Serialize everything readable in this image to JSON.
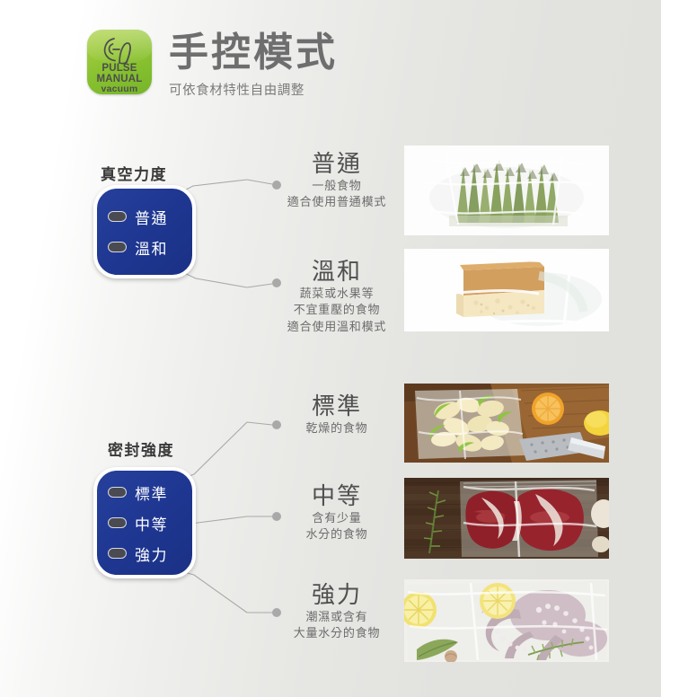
{
  "header": {
    "logo": {
      "icon": "pulse-hand-icon",
      "line1": "PULSE",
      "line2": "MANUAL",
      "line3": "vacuum",
      "color": "#8CC63F"
    },
    "title": "手控模式",
    "subtitle": "可依食材特性自由調整"
  },
  "sections": [
    {
      "id": "vacuum-strength",
      "heading": "真空力度",
      "panel": {
        "color": "#1F3A93",
        "options": [
          {
            "label": "普通",
            "indicator": "led-pill"
          },
          {
            "label": "溫和",
            "indicator": "led-pill"
          }
        ]
      }
    },
    {
      "id": "seal-strength",
      "heading": "密封強度",
      "panel": {
        "color": "#1F3A93",
        "options": [
          {
            "label": "標準",
            "indicator": "led-pill"
          },
          {
            "label": "中等",
            "indicator": "led-pill"
          },
          {
            "label": "強力",
            "indicator": "led-pill"
          }
        ]
      }
    }
  ],
  "descriptions": [
    {
      "title": "普通",
      "lines": [
        "一般食物",
        "適合使用普通模式"
      ],
      "photo": "vacuum-sealed-asparagus"
    },
    {
      "title": "溫和",
      "lines": [
        "蔬菜或水果等",
        "不宜重壓的食物",
        "適合使用溫和模式"
      ],
      "photo": "vacuum-sealed-sponge-cake"
    },
    {
      "title": "標準",
      "lines": [
        "乾燥的食物"
      ],
      "photo": "vacuum-sealed-sliced-apples"
    },
    {
      "title": "中等",
      "lines": [
        "含有少量",
        "水分的食物"
      ],
      "photo": "vacuum-sealed-raw-steak"
    },
    {
      "title": "強力",
      "lines": [
        "潮濕或含有",
        "大量水分的食物"
      ],
      "photo": "vacuum-sealed-octopus"
    }
  ],
  "colors": {
    "panel_blue": "#1F3A93",
    "logo_green": "#8CC63F",
    "title_grey": "#6E6E6E",
    "body_grey": "#6B6B6B",
    "background": "#E2E2DF",
    "connector_grey": "#AAAAAA"
  }
}
